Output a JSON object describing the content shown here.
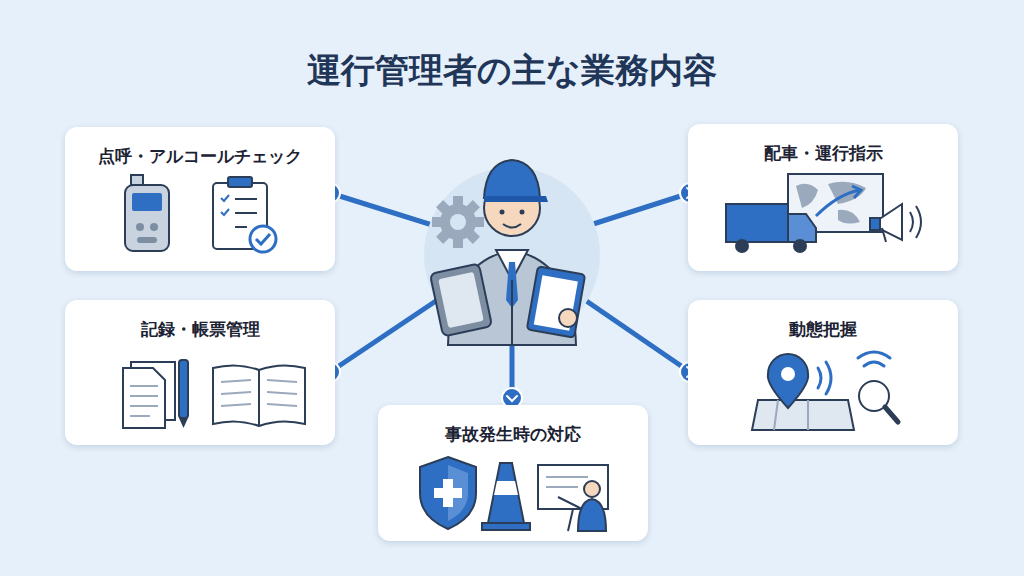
{
  "diagram": {
    "title": "運行管理者の主な業務内容",
    "nodes": [
      {
        "text": [
          "点呼・アルコールチェック"
        ]
      },
      {
        "text": [
          "配車・運行指示"
        ]
      },
      {
        "text": [
          "記録・帳票管理"
        ]
      },
      {
        "text": [
          "動態把握"
        ]
      },
      {
        "text": [
          "事故発生時の対応"
        ]
      }
    ]
  }
}
